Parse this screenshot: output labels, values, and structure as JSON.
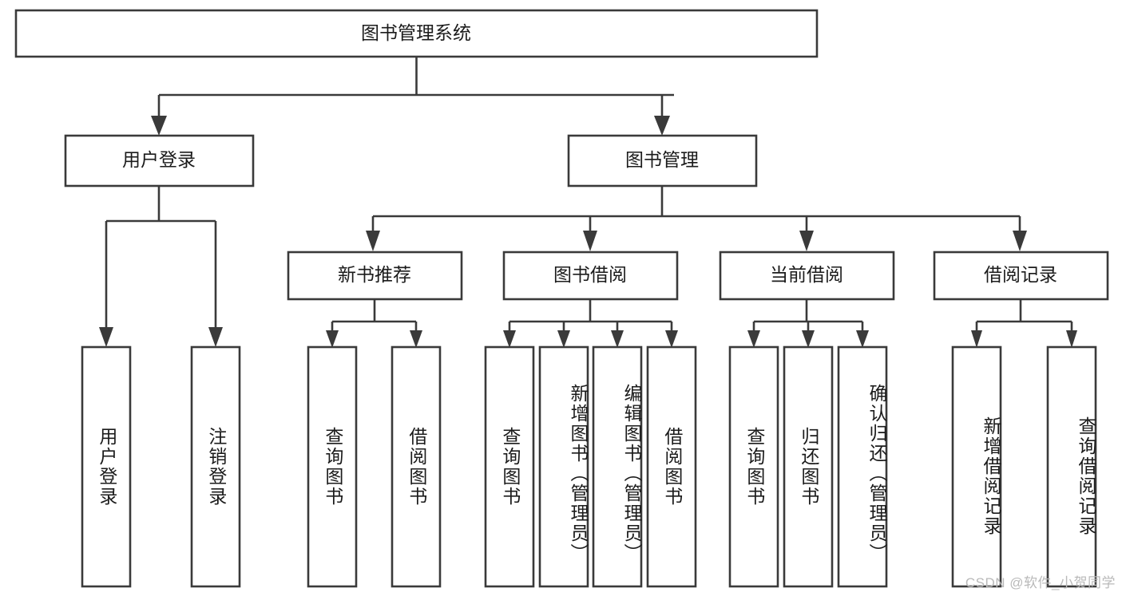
{
  "diagram": {
    "title": "图书管理系统",
    "watermark": "CSDN @软件_小贺同学",
    "colors": {
      "stroke": "#3a3a3a",
      "box_fill": "#ffffff",
      "text": "#1b1b1b",
      "watermark": "#b9b9b9",
      "background": "#ffffff"
    },
    "root": {
      "label": "图书管理系统"
    },
    "level2": [
      {
        "label": "用户登录"
      },
      {
        "label": "图书管理"
      }
    ],
    "level3": [
      {
        "label": "新书推荐"
      },
      {
        "label": "图书借阅"
      },
      {
        "label": "当前借阅"
      },
      {
        "label": "借阅记录"
      }
    ],
    "leaves": {
      "user_login": [
        {
          "label": "用户登录"
        },
        {
          "label": "注销登录"
        }
      ],
      "new_book_recommend": [
        {
          "label": "查询图书"
        },
        {
          "label": "借阅图书"
        }
      ],
      "book_borrow": [
        {
          "label": "查询图书"
        },
        {
          "label": "新增图书（管理员）"
        },
        {
          "label": "编辑图书（管理员）"
        },
        {
          "label": "借阅图书"
        }
      ],
      "current_borrow": [
        {
          "label": "查询图书"
        },
        {
          "label": "归还图书"
        },
        {
          "label": "确认归还（管理员）"
        }
      ],
      "borrow_record": [
        {
          "label": "新增借阅记录"
        },
        {
          "label": "查询借阅记录"
        }
      ]
    }
  }
}
